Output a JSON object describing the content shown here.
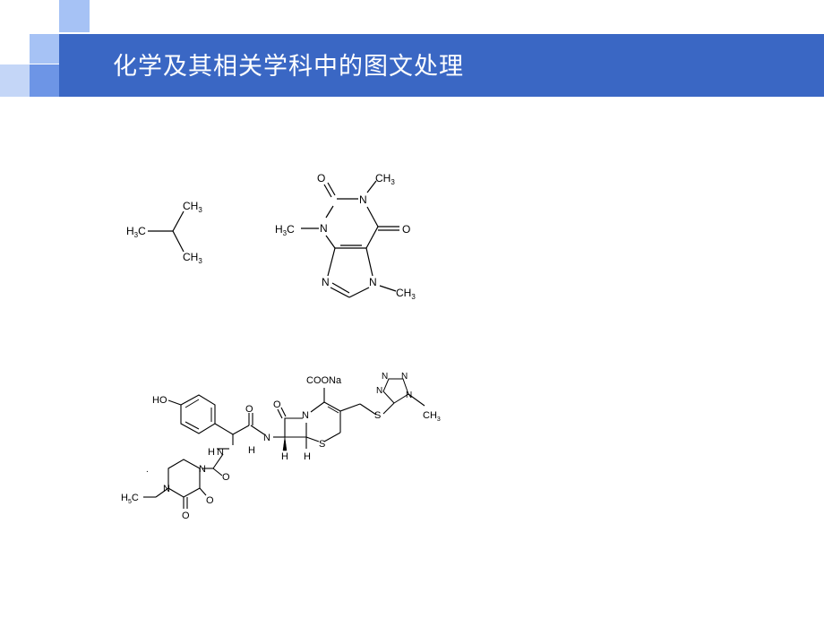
{
  "slide": {
    "title": "化学及其相关学科中的图文处理",
    "colors": {
      "title_bar": "#3a67c4",
      "accent_light": "#a6c2f5",
      "accent_mid": "#6d95e6"
    }
  },
  "isobutane": {
    "h3c": "H",
    "h3c_sub": "3",
    "h3c_c": "C",
    "ch3_top": "CH",
    "ch3_top_sub": "3",
    "ch3_bot": "CH",
    "ch3_bot_sub": "3"
  },
  "caffeine": {
    "o_top": "O",
    "n1": "N",
    "ch3_n1": "CH",
    "ch3_n1_sub": "3",
    "n3": "N",
    "h3c": "H",
    "h3c_sub": "3",
    "h3c_c": "C",
    "o_right": "O",
    "n_imid": "N",
    "n_methyl": "N",
    "ch3_n7": "CH",
    "ch3_n7_sub": "3"
  },
  "cefoperazone": {
    "ho": "HO",
    "nh_top": "N",
    "h_nh_top": "H",
    "o_amide1": "O",
    "nh_mid": "N",
    "h_nh_mid": "H",
    "n_pip": "N",
    "o_carb": "O",
    "o_pip1": "O",
    "o_pip2": "O",
    "n_ethyl": "N",
    "h5c2": "H",
    "h5c2_sub": "5",
    "h5c2_c": "C",
    "o_lactam": "O",
    "n_lactam": "N",
    "h_alpha": "H",
    "h_beta": "H",
    "s_ring": "S",
    "coona": "COONa",
    "s_thio": "S",
    "n_t1": "N",
    "n_t2": "N",
    "n_t3": "N",
    "n_t4": "N",
    "ch3_tet": "CH",
    "ch3_tet_sub": "3",
    "dot": "."
  }
}
